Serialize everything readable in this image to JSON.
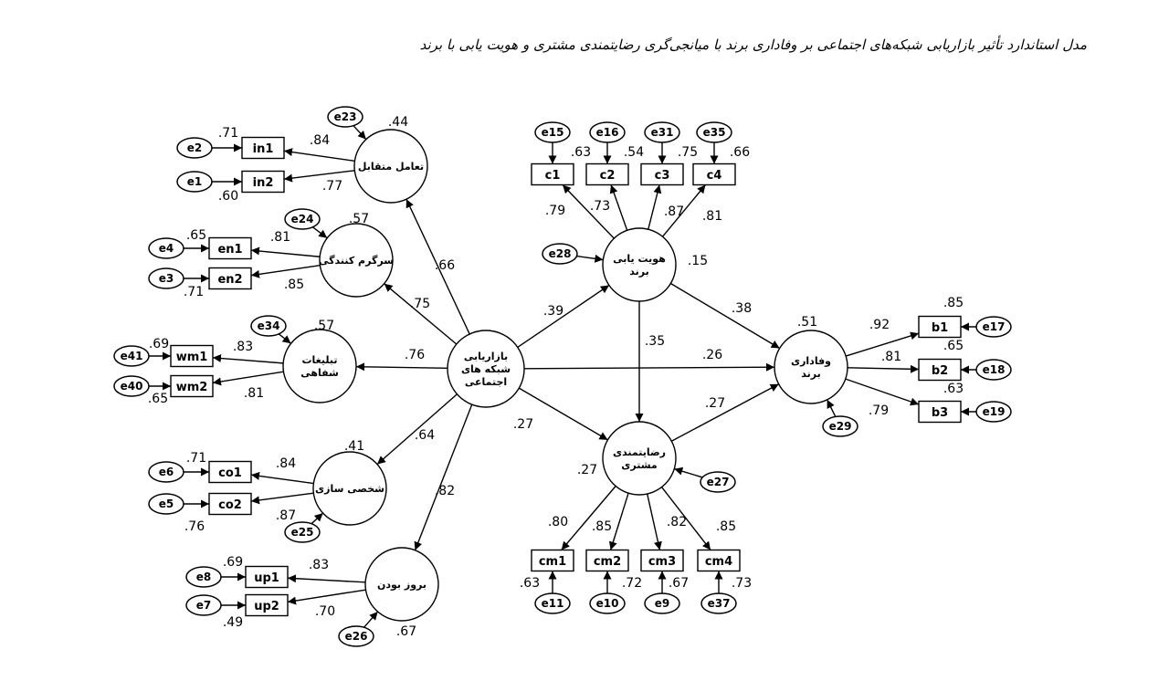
{
  "title": "مدل استاندارد تأثیر بازاریابی شبکه‌های اجتماعی بر وفاداری برند با میانجی‌گری رضایتمندی مشتری و هویت یابی با برند",
  "latents": [
    {
      "id": "smm",
      "lines": [
        "بازاریابی",
        "شبکه های",
        "اجتماعی"
      ]
    },
    {
      "id": "int",
      "lines": [
        "تعامل متقابل"
      ]
    },
    {
      "id": "ent",
      "lines": [
        "سرگرم کنندگی"
      ]
    },
    {
      "id": "wom",
      "lines": [
        "تبلیغات",
        "شفاهی"
      ]
    },
    {
      "id": "cus",
      "lines": [
        "شخصی سازی"
      ]
    },
    {
      "id": "upd",
      "lines": [
        "بروز بودن"
      ]
    },
    {
      "id": "bid",
      "lines": [
        "هویت یابی",
        "برند"
      ]
    },
    {
      "id": "sat",
      "lines": [
        "رضایتمندی",
        "مشتری"
      ]
    },
    {
      "id": "loy",
      "lines": [
        "وفاداری",
        "برند"
      ]
    }
  ],
  "observed": [
    "in1",
    "in2",
    "en1",
    "en2",
    "wm1",
    "wm2",
    "co1",
    "co2",
    "up1",
    "up2",
    "c1",
    "c2",
    "c3",
    "c4",
    "cm1",
    "cm2",
    "cm3",
    "cm4",
    "b1",
    "b2",
    "b3"
  ],
  "errors": [
    "e2",
    "e1",
    "e4",
    "e3",
    "e41",
    "e40",
    "e6",
    "e5",
    "e8",
    "e7",
    "e15",
    "e16",
    "e31",
    "e35",
    "e11",
    "e10",
    "e9",
    "e37",
    "e17",
    "e18",
    "e19",
    "e23",
    "e24",
    "e34",
    "e25",
    "e26",
    "e28",
    "e27",
    "e29"
  ],
  "coefficients": [
    ".71",
    ".60",
    ".84",
    ".77",
    ".44",
    ".65",
    ".71",
    ".81",
    ".85",
    ".57",
    ".69",
    ".65",
    ".83",
    ".81",
    ".57",
    ".71",
    ".76",
    ".84",
    ".87",
    ".41",
    ".69",
    ".49",
    ".83",
    ".70",
    ".67",
    ".66",
    ".75",
    ".76",
    ".64",
    ".82",
    ".63",
    ".54",
    ".75",
    ".66",
    ".79",
    ".73",
    ".87",
    ".81",
    ".15",
    ".39",
    ".38",
    ".35",
    ".26",
    ".27",
    ".27",
    ".27",
    ".80",
    ".85",
    ".82",
    ".85",
    ".63",
    ".72",
    ".67",
    ".73",
    ".51",
    ".85",
    ".65",
    ".63",
    ".92",
    ".81",
    ".79"
  ]
}
